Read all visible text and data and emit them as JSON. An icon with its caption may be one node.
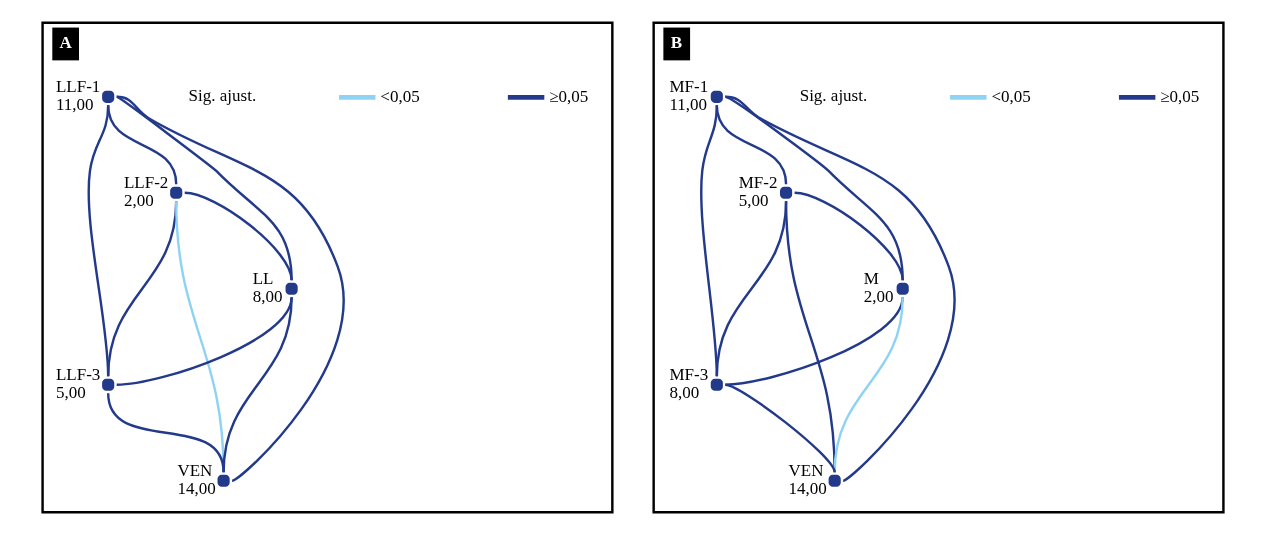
{
  "diagram": {
    "nodes": [
      {
        "text": [
          "A"
        ]
      },
      {
        "text": [
          "LLF-2",
          "2,00"
        ],
        "in": 0
      },
      {
        "text": [
          "LLF-1",
          "11,00"
        ],
        "in": 0
      },
      {
        "text": [
          "LL",
          "8,00"
        ],
        "in": 0
      },
      {
        "text": [
          "LLF-3",
          "5,00"
        ],
        "in": 0
      },
      {
        "text": [
          "VEN",
          "14,00"
        ],
        "in": 0
      },
      {
        "text": [
          "B"
        ]
      },
      {
        "text": [
          "MF-2",
          "5,00"
        ],
        "in": 6
      },
      {
        "text": [
          "MF-1",
          "11,00"
        ],
        "in": 6
      },
      {
        "text": [
          "M",
          "2,00"
        ],
        "in": 6
      },
      {
        "text": [
          "MF-3",
          "8,00"
        ],
        "in": 6
      },
      {
        "text": [
          "VEN",
          "14,00"
        ],
        "in": 6
      }
    ],
    "edges": [
      {
        "from": 2,
        "to": 1,
        "arrow": "none"
      },
      {
        "from": 2,
        "to": 3,
        "arrow": "none"
      },
      {
        "from": 2,
        "to": 4,
        "arrow": "none"
      },
      {
        "from": 2,
        "to": 5,
        "arrow": "none"
      },
      {
        "from": 1,
        "to": 3,
        "arrow": "none"
      },
      {
        "from": 1,
        "to": 4,
        "arrow": "none"
      },
      {
        "from": 1,
        "to": 5,
        "arrow": "none",
        "color": "#8fd3f4"
      },
      {
        "from": 3,
        "to": 4,
        "arrow": "none"
      },
      {
        "from": 3,
        "to": 5,
        "arrow": "none"
      },
      {
        "from": 4,
        "to": 5,
        "arrow": "none"
      },
      {
        "from": 8,
        "to": 7,
        "arrow": "none"
      },
      {
        "from": 8,
        "to": 9,
        "arrow": "none"
      },
      {
        "from": 8,
        "to": 10,
        "arrow": "none"
      },
      {
        "from": 8,
        "to": 11,
        "arrow": "none"
      },
      {
        "from": 7,
        "to": 9,
        "arrow": "none"
      },
      {
        "from": 7,
        "to": 10,
        "arrow": "none"
      },
      {
        "from": 7,
        "to": 11,
        "arrow": "none"
      },
      {
        "from": 9,
        "to": 10,
        "arrow": "none"
      },
      {
        "from": 9,
        "to": 11,
        "arrow": "none",
        "color": "#8fd3f4"
      },
      {
        "from": 10,
        "to": 11,
        "arrow": "none"
      }
    ],
    "labels": [
      "Sig. ajust.",
      "Sig. ajust."
    ],
    "legend": [
      {
        "text": "<0,05",
        "color": "#8fd3f4"
      },
      {
        "text": "≥0,05",
        "color": "#233a8b"
      },
      {
        "text": "<0,05",
        "color": "#8fd3f4"
      },
      {
        "text": "≥0,05",
        "color": "#233a8b"
      }
    ]
  }
}
